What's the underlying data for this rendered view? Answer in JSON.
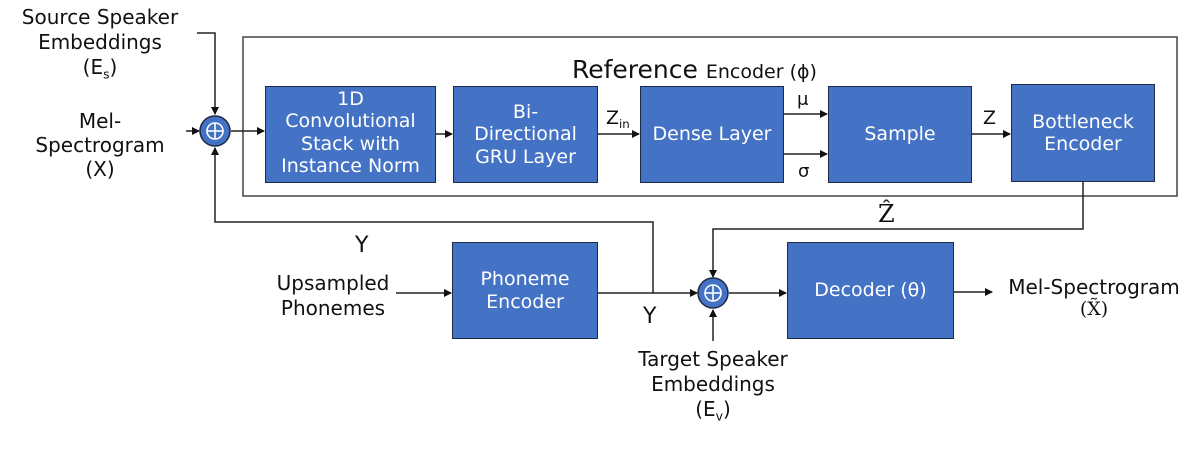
{
  "diagram": {
    "title_ref_word": "Reference",
    "title_encoder": "Encoder (ϕ)",
    "inputs": {
      "source_speaker": [
        "Source Speaker",
        "Embeddings"
      ],
      "source_speaker_symbol": "E",
      "source_speaker_subscript": "s",
      "mel_input": [
        "Mel-",
        "Spectrogram",
        "(X)"
      ],
      "upsampled_phonemes": [
        "Upsampled",
        "Phonemes"
      ],
      "target_speaker": [
        "Target Speaker",
        "Embeddings"
      ],
      "target_speaker_symbol": "E",
      "target_speaker_subscript": "v"
    },
    "blocks": {
      "conv": [
        "1D",
        "Convolutional",
        "Stack with",
        "Instance Norm"
      ],
      "gru": [
        "Bi-",
        "Directional",
        "GRU Layer"
      ],
      "dense": "Dense Layer",
      "sample": "Sample",
      "bottleneck": [
        "Bottleneck",
        "Encoder"
      ],
      "phoneme_encoder": [
        "Phoneme",
        "Encoder"
      ],
      "decoder": "Decoder (θ)"
    },
    "edge_labels": {
      "z_in": "Z",
      "z_in_sub": "in",
      "mu": "μ",
      "sigma": "σ",
      "z": "Z",
      "z_hat": "Ẑ",
      "y_upper": "Y",
      "y_lower": "Y"
    },
    "output": {
      "mel_output": "Mel-Spectrogram",
      "mel_output_symbol": "(X̃)"
    },
    "sum_symbol": "⊕",
    "colors": {
      "block_fill": "#4472C4",
      "block_border": "#1f2a44",
      "line": "#222222"
    }
  }
}
